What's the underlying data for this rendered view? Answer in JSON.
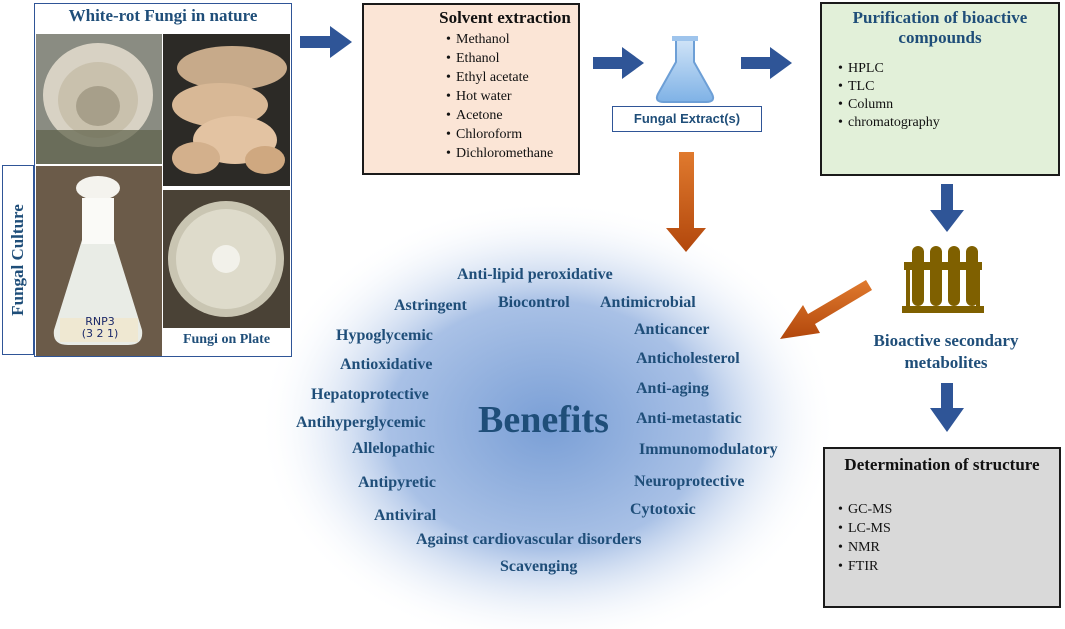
{
  "nature": {
    "title": "White-rot Fungi in nature",
    "culture_label": "Fungal Culture",
    "plate_label": "Fungi on Plate",
    "flask_label_line1": "RNP3",
    "flask_label_line2": "(3 2 1)"
  },
  "solvent": {
    "title": "Solvent extraction",
    "items": [
      "Methanol",
      "Ethanol",
      "Ethyl acetate",
      "Hot water",
      "Acetone",
      "Chloroform",
      "Dichloromethane"
    ]
  },
  "extract": {
    "label": "Fungal Extract(s)"
  },
  "purification": {
    "title_line1": "Purification of bioactive",
    "title_line2": "compounds",
    "items": [
      "HPLC",
      "TLC",
      "Column",
      "chromatography"
    ]
  },
  "metabolites": {
    "label_line1": "Bioactive secondary",
    "label_line2": "metabolites"
  },
  "structure": {
    "title": "Determination of structure",
    "items": [
      "GC-MS",
      "LC-MS",
      "NMR",
      "FTIR"
    ]
  },
  "benefits": {
    "center": "Benefits",
    "items": [
      "Anti-lipid peroxidative",
      "Astringent",
      "Biocontrol",
      "Antimicrobial",
      "Hypoglycemic",
      "Anticancer",
      "Antioxidative",
      "Anticholesterol",
      "Hepatoprotective",
      "Anti-aging",
      "Antihyperglycemic",
      "Anti-metastatic",
      "Allelopathic",
      "Immunomodulatory",
      "Antipyretic",
      "Neuroprotective",
      "Cytotoxic",
      "Antiviral",
      "Against cardiovascular disorders",
      "Scavenging"
    ]
  },
  "colors": {
    "arrow_blue": "#2f5597",
    "arrow_orange": "#c55a11",
    "text_blue": "#1f4e79",
    "solvent_bg": "#fbe5d6",
    "purification_bg": "#e2f0d9",
    "structure_bg": "#d9d9d9",
    "tube_brown": "#7f6000"
  }
}
